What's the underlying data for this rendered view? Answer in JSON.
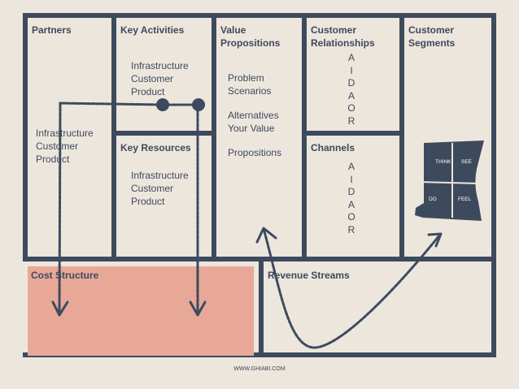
{
  "blocks": {
    "partners": {
      "title": "Partners",
      "items": [
        "Infrastructure",
        "Customer",
        "Product"
      ]
    },
    "key_activities": {
      "title": "Key Activities",
      "items": [
        "Infrastructure",
        "Customer",
        "Product"
      ]
    },
    "key_resources": {
      "title": "Key Resources",
      "items": [
        "Infrastructure",
        "Customer",
        "Product"
      ]
    },
    "value_propositions": {
      "title_line1": "Value",
      "title_line2": "Propositions",
      "items": [
        "Problem",
        "Scenarios",
        "Alternatives",
        "Your Value",
        "Propositions"
      ]
    },
    "customer_relationships": {
      "title_line1": "Customer",
      "title_line2": "Relationships",
      "letters": [
        "A",
        "I",
        "D",
        "A",
        "O",
        "R"
      ]
    },
    "channels": {
      "title": "Channels",
      "letters": [
        "A",
        "I",
        "D",
        "A",
        "O",
        "R"
      ]
    },
    "customer_segments": {
      "title_line1": "Customer",
      "title_line2": "Segments",
      "quadrants": [
        "THINK",
        "SEE",
        "DO",
        "FEEL"
      ]
    },
    "cost_structure": {
      "title": "Cost Structure"
    },
    "revenue_streams": {
      "title": "Revenue Streams"
    }
  },
  "footer": "WWW.GHIABI.COM",
  "colors": {
    "frame": "#3d4a5e",
    "background": "#ede6dc",
    "cost_highlight": "#e8a898"
  }
}
